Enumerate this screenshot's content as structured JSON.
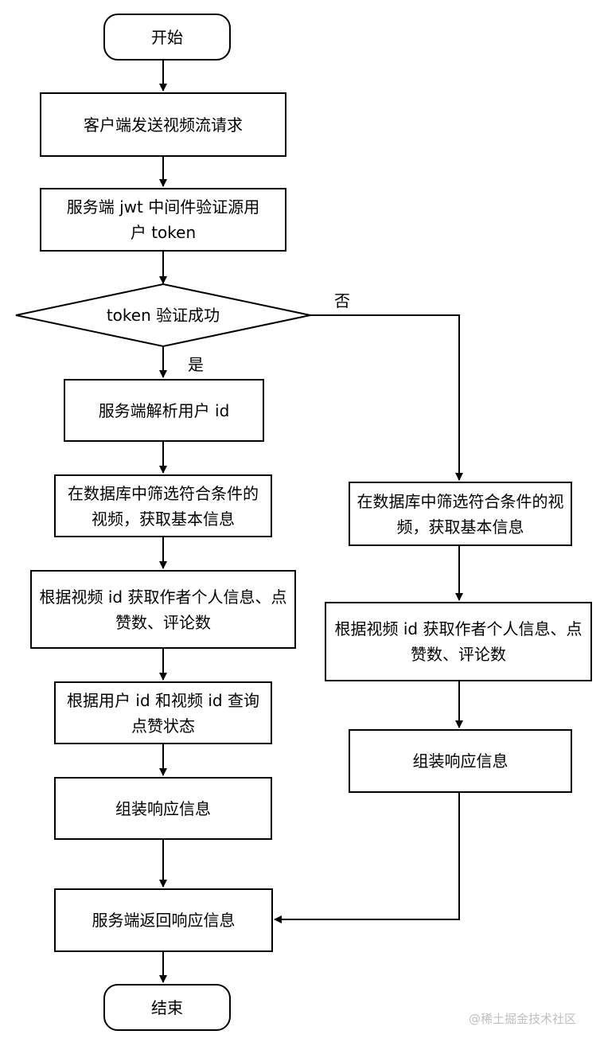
{
  "colors": {
    "stroke": "#000000",
    "fill": "#ffffff",
    "watermark": "#bfbfbf"
  },
  "nodes": {
    "start": "开始",
    "client_request": "客户端发送视频流请求",
    "jwt_verify": "服务端 jwt 中间件验证源用户 token",
    "decision": "token 验证成功",
    "parse_user_id": "服务端解析用户 id",
    "filter_left": "在数据库中筛选符合条件的视频，获取基本信息",
    "author_info_left": "根据视频 id 获取作者个人信息、点赞数、评论数",
    "like_status": "根据用户 id 和视频 id 查询点赞状态",
    "assemble_left": "组装响应信息",
    "return_response": "服务端返回响应信息",
    "end": "结束",
    "filter_right": "在数据库中筛选符合条件的视频，获取基本信息",
    "author_info_right": "根据视频 id 获取作者个人信息、点赞数、评论数",
    "assemble_right": "组装响应信息"
  },
  "edge_labels": {
    "yes": "是",
    "no": "否"
  },
  "watermark": "@稀土掘金技术社区",
  "icons": {
    "arrowhead": "arrowhead-icon"
  }
}
